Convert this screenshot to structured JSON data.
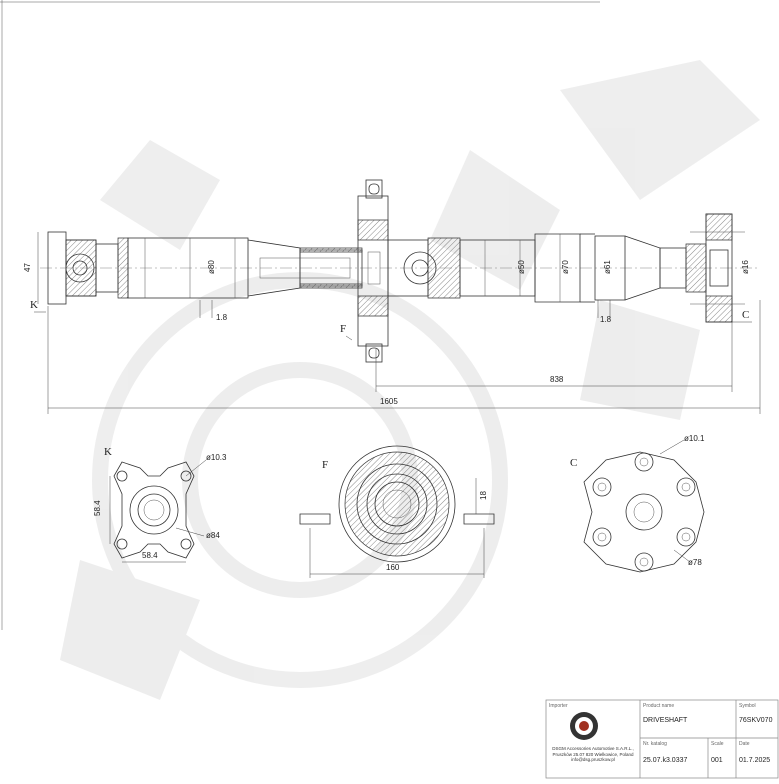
{
  "dimensions": {
    "flange_height": "47",
    "wall_left": "1.8",
    "tube_dia_left": "ø80",
    "tube_dia_mid": "ø50",
    "tube_dia_70": "ø70",
    "tube_dia_61": "ø61",
    "end_dia": "ø16",
    "wall_right": "1.8",
    "length_rear": "838",
    "length_total": "1605"
  },
  "section_labels": {
    "k": "K",
    "f": "F",
    "c": "C",
    "k_detail": "K",
    "f_detail": "F",
    "c_detail": "C"
  },
  "detail_k": {
    "bolt_hole": "ø10.3",
    "pitch_v": "58.4",
    "pitch_h": "58.4",
    "bore": "ø84"
  },
  "detail_f": {
    "thickness": "18",
    "width": "160"
  },
  "detail_c": {
    "hole": "ø10.1",
    "bolt_circle": "ø78"
  },
  "title_block": {
    "importer_label": "Importer",
    "importer_text": "DSGM Accessories Automotive S.A.R.L., Pruszków 25.07 820 Wielkowice, Poland info@dsg.pruszkow.pl",
    "name_label": "Product name",
    "name_value": "DRIVESHAFT",
    "symbol_label": "Symbol",
    "symbol_value": "76SKV070",
    "number_label": "Nr. katalog",
    "number_value": "25.07.k3.0337",
    "scale_label": "Scale",
    "scale_value": "001",
    "date_label": "Date",
    "date_value": "01.7.2025"
  },
  "colors": {
    "line": "#333333",
    "watermark": "#ececec"
  }
}
